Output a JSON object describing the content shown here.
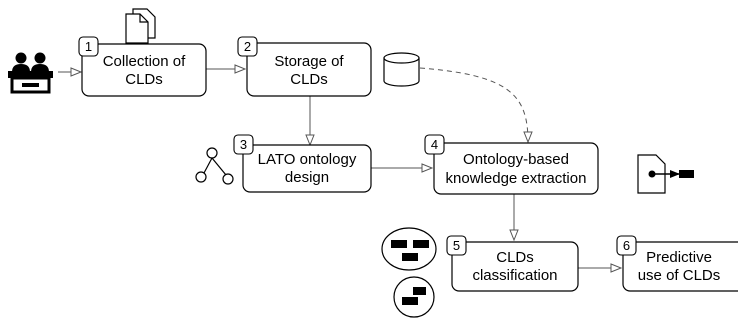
{
  "steps": [
    {
      "number": "1",
      "line1": "Collection of",
      "line2": "CLDs"
    },
    {
      "number": "2",
      "line1": "Storage of",
      "line2": "CLDs"
    },
    {
      "number": "3",
      "line1": "LATO ontology",
      "line2": "design"
    },
    {
      "number": "4",
      "line1": "Ontology-based",
      "line2": "knowledge extraction"
    },
    {
      "number": "5",
      "line1": "CLDs",
      "line2": "classification"
    },
    {
      "number": "6",
      "line1": "Predictive",
      "line2": "use of CLDs"
    }
  ],
  "icons": [
    "people-at-desk-icon",
    "documents-icon",
    "database-icon",
    "ontology-graph-icon",
    "document-arrow-icon",
    "cluster-three-blocks-icon",
    "cluster-two-blocks-icon"
  ]
}
